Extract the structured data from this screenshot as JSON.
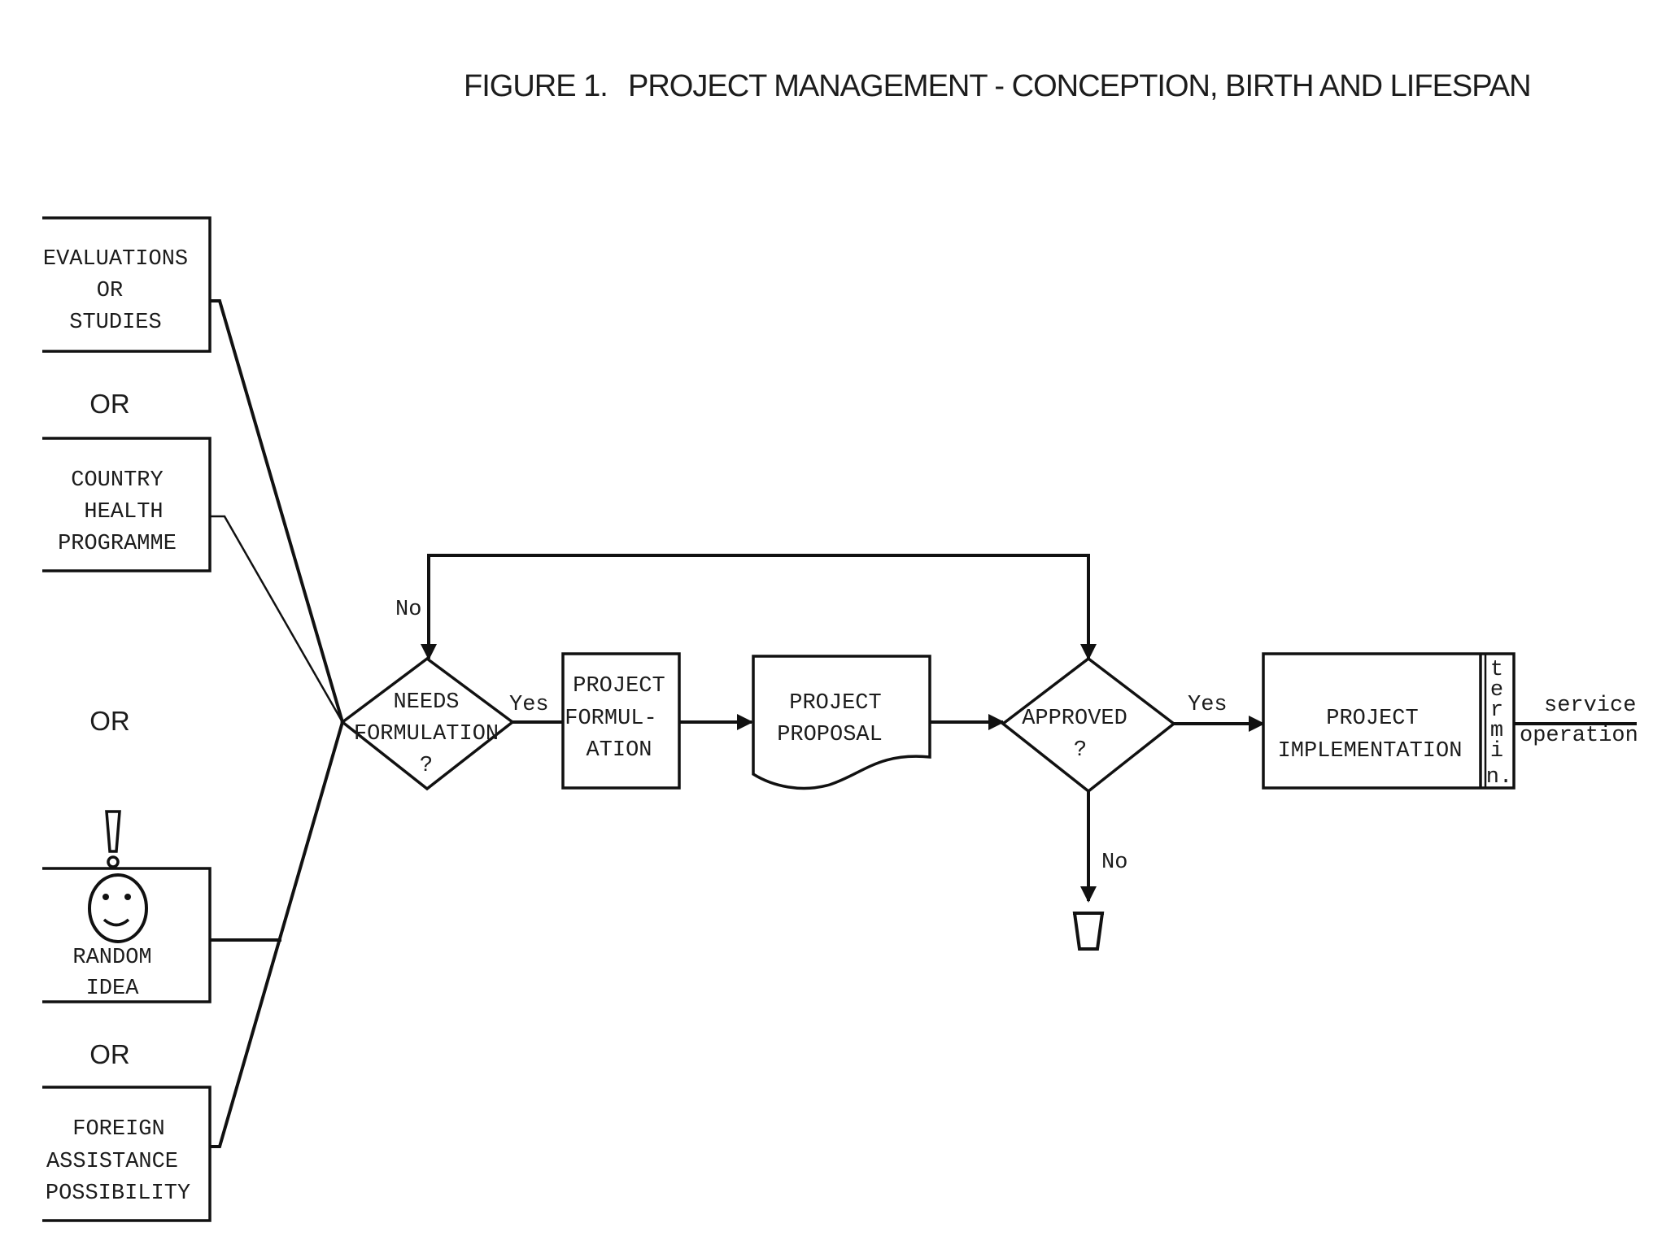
{
  "title": {
    "figure": "FIGURE 1.",
    "text": "PROJECT MANAGEMENT - CONCEPTION, BIRTH AND LIFESPAN"
  },
  "sources": {
    "evaluations": [
      "EVALUATIONS",
      "OR",
      "STUDIES"
    ],
    "country_health": [
      "COUNTRY",
      "HEALTH",
      "PROGRAMME"
    ],
    "random_idea": [
      "RANDOM",
      "IDEA"
    ],
    "foreign_assistance": [
      "FOREIGN",
      "ASSISTANCE",
      "POSSIBILITY"
    ],
    "or_labels": [
      "OR",
      "OR",
      "OR"
    ],
    "exclamation": "!"
  },
  "decision_needs": [
    "NEEDS",
    "FORMULATION",
    "?"
  ],
  "decision_needs_yes": "Yes",
  "decision_needs_no": "No",
  "formulation_box": [
    "PROJECT",
    "FORMUL-",
    "ATION"
  ],
  "proposal_doc": [
    "PROJECT",
    "PROPOSAL"
  ],
  "decision_approved": [
    "APPROVED",
    "?"
  ],
  "decision_approved_yes": "Yes",
  "decision_approved_no": "No",
  "implementation_box": [
    "PROJECT",
    "IMPLEMENTATION"
  ],
  "termin_letters": [
    "t",
    "e",
    "r",
    "m",
    "i",
    "n."
  ],
  "outcome": {
    "service": "service",
    "operation": "operation"
  }
}
